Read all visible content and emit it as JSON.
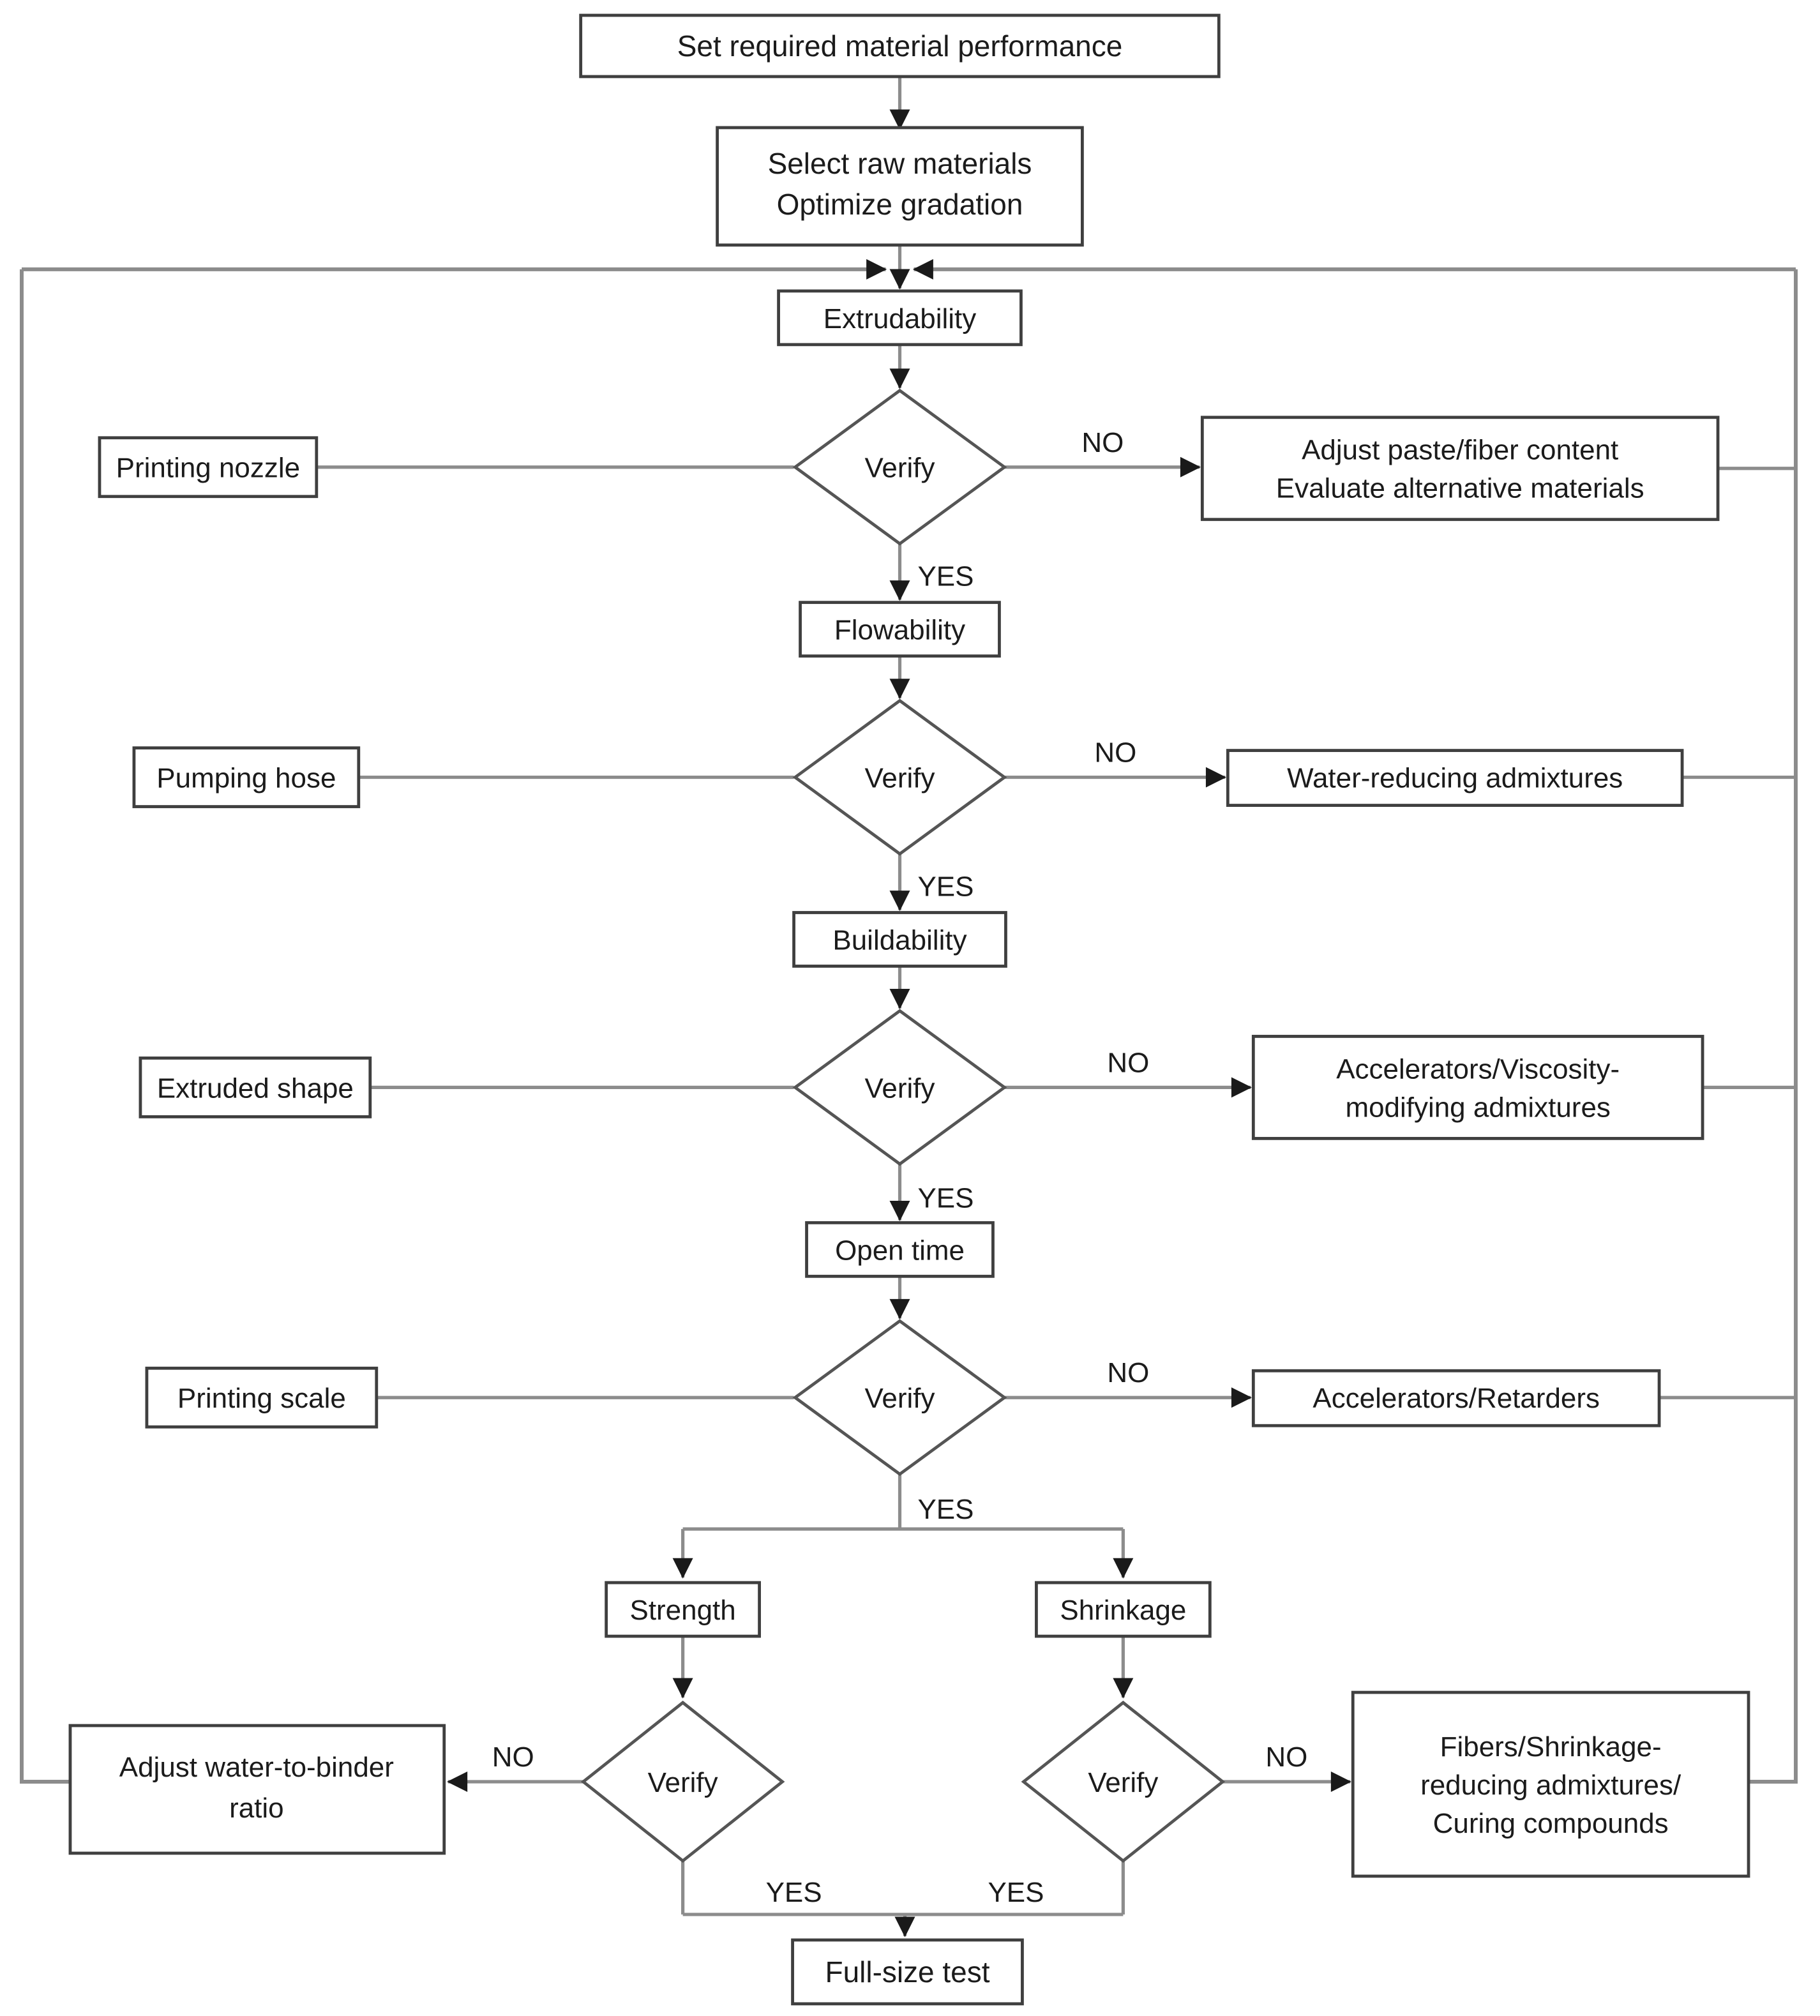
{
  "labels": {
    "yes": "YES",
    "no": "NO",
    "verify": "Verify"
  },
  "nodes": {
    "set_performance": {
      "label": "Set required material performance"
    },
    "select_materials": {
      "line1": "Select raw materials",
      "line2": "Optimize gradation"
    },
    "extrudability": {
      "label": "Extrudability"
    },
    "printing_nozzle": {
      "label": "Printing nozzle"
    },
    "adjust_paste": {
      "line1": "Adjust paste/fiber content",
      "line2": "Evaluate alternative materials"
    },
    "flowability": {
      "label": "Flowability"
    },
    "pumping_hose": {
      "label": "Pumping hose"
    },
    "water_reducing": {
      "label": "Water-reducing admixtures"
    },
    "buildability": {
      "label": "Buildability"
    },
    "extruded_shape": {
      "label": "Extruded shape"
    },
    "accel_viscosity": {
      "line1": "Accelerators/Viscosity-",
      "line2": "modifying admixtures"
    },
    "open_time": {
      "label": "Open time"
    },
    "printing_scale": {
      "label": "Printing scale"
    },
    "accel_retarders": {
      "label": "Accelerators/Retarders"
    },
    "strength": {
      "label": "Strength"
    },
    "shrinkage": {
      "label": "Shrinkage"
    },
    "adjust_wb": {
      "line1": "Adjust water-to-binder",
      "line2": "ratio"
    },
    "fibers": {
      "line1": "Fibers/Shrinkage-",
      "line2": "reducing admixtures/",
      "line3": "Curing compounds"
    },
    "full_size_test": {
      "label": "Full-size test"
    }
  },
  "colors": {
    "background": "#ffffff",
    "connector": "#8c8c8c",
    "box_border": "#3f3f3f",
    "diamond_border": "#555555",
    "arrowhead": "#1a1a1a",
    "text": "#1b1b1b"
  }
}
